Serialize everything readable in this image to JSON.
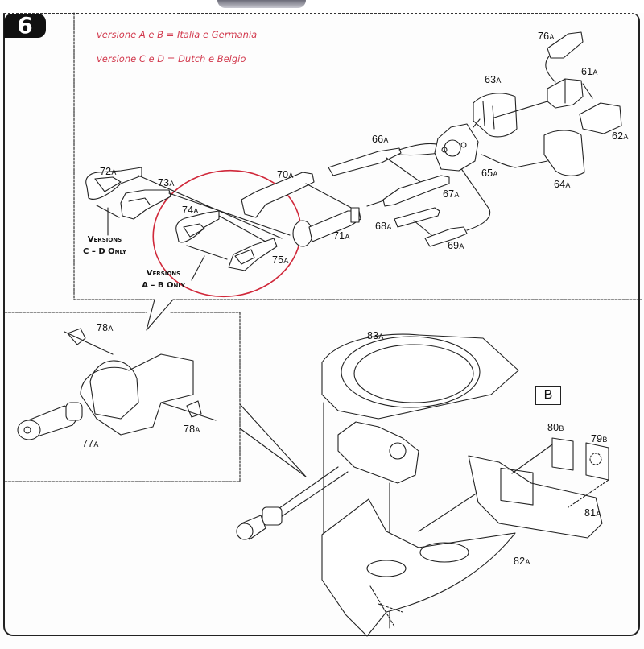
{
  "step": {
    "number": "6"
  },
  "notes": [
    "versione A e B = Italia e Germania",
    "versione C e D = Dutch e Belgio"
  ],
  "colors": {
    "note_text": "#d23a4e",
    "highlight_circle": "#d0283a",
    "line": "#222222"
  },
  "version_labels": {
    "cd": {
      "line1": "Versions",
      "line2": "C – D Only"
    },
    "ab": {
      "line1": "Versions",
      "line2": "A – B Only"
    }
  },
  "section_box": {
    "label": "B"
  },
  "parts": [
    {
      "num": "61",
      "suffix": "A"
    },
    {
      "num": "62",
      "suffix": "A"
    },
    {
      "num": "63",
      "suffix": "A"
    },
    {
      "num": "64",
      "suffix": "A"
    },
    {
      "num": "65",
      "suffix": "A"
    },
    {
      "num": "66",
      "suffix": "A"
    },
    {
      "num": "67",
      "suffix": "A"
    },
    {
      "num": "68",
      "suffix": "A"
    },
    {
      "num": "69",
      "suffix": "A"
    },
    {
      "num": "70",
      "suffix": "A"
    },
    {
      "num": "71",
      "suffix": "A"
    },
    {
      "num": "72",
      "suffix": "A"
    },
    {
      "num": "73",
      "suffix": "A"
    },
    {
      "num": "74",
      "suffix": "A"
    },
    {
      "num": "75",
      "suffix": "A"
    },
    {
      "num": "76",
      "suffix": "A"
    },
    {
      "num": "77",
      "suffix": "A"
    },
    {
      "num": "78",
      "suffix": "A"
    },
    {
      "num": "78",
      "suffix": "A"
    },
    {
      "num": "79",
      "suffix": "B"
    },
    {
      "num": "80",
      "suffix": "B"
    },
    {
      "num": "81",
      "suffix": "A"
    },
    {
      "num": "82",
      "suffix": "A"
    },
    {
      "num": "83",
      "suffix": "A"
    }
  ]
}
